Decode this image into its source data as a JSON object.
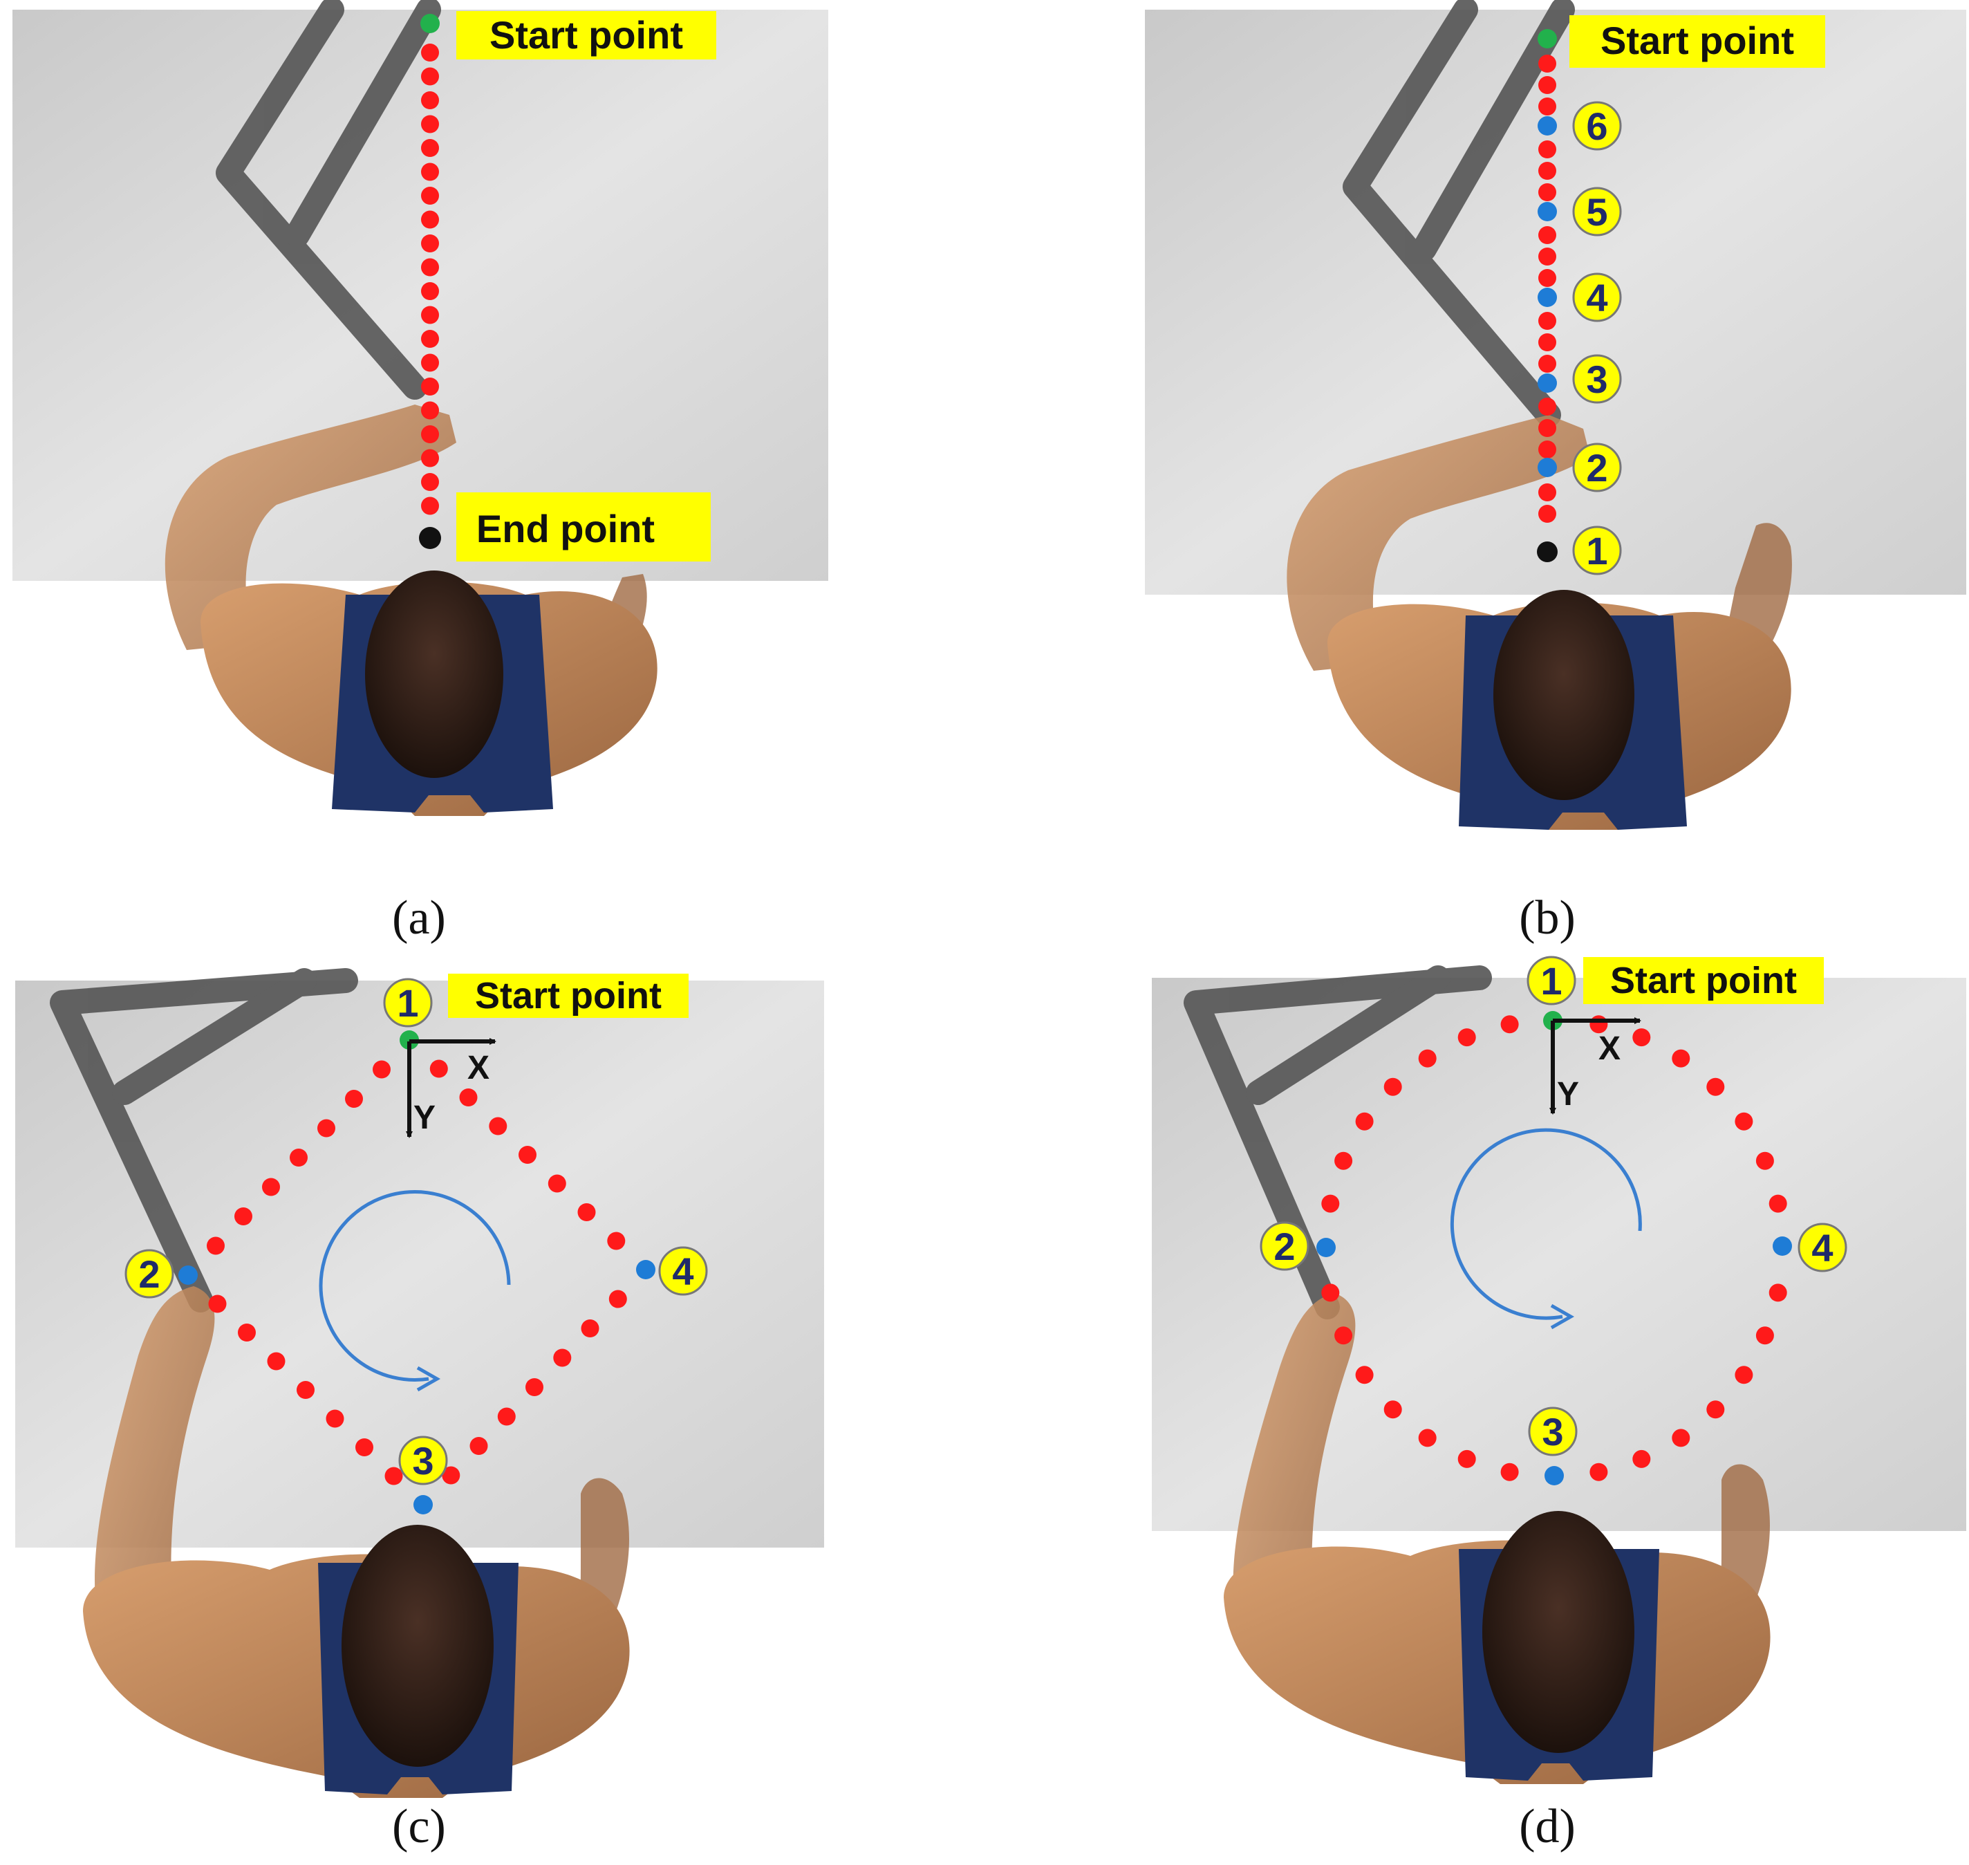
{
  "panels": {
    "a": {
      "caption": "(a)",
      "start_label": "Start point",
      "end_label": "End point"
    },
    "b": {
      "caption": "(b)",
      "start_label": "Start point",
      "waypoints": [
        "1",
        "2",
        "3",
        "4",
        "5",
        "6"
      ]
    },
    "c": {
      "caption": "(c)",
      "start_label": "Start point",
      "waypoints": [
        "1",
        "2",
        "3",
        "4"
      ],
      "axis_x": "X",
      "axis_y": "Y"
    },
    "d": {
      "caption": "(d)",
      "start_label": "Start point",
      "waypoints": [
        "1",
        "2",
        "3",
        "4"
      ],
      "axis_x": "X",
      "axis_y": "Y"
    }
  },
  "colors": {
    "trajectory_dot": "#ff1a1a",
    "waypoint_dot": "#1e7cd6",
    "start_dot": "#22b14c",
    "end_dot": "#111111",
    "label_fill": "#ffff00",
    "label_text": "#111111",
    "number_text": "#1f2a6a",
    "direction_arrow": "#3a7fd0",
    "table": "#d3d3d3",
    "skin": "#c58a5a",
    "vest": "#1f3366",
    "hair": "#2a1a14",
    "handle": "#505050"
  }
}
